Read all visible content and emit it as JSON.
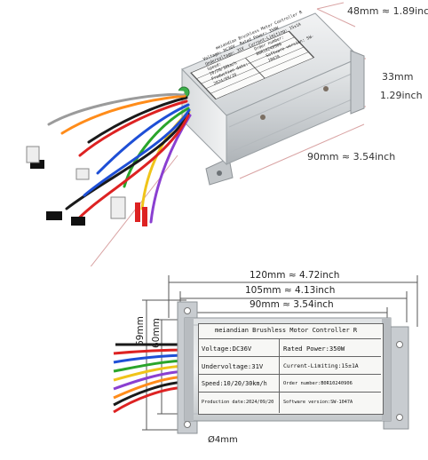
{
  "top_view": {
    "dim_width": "48mm ≈ 1.89inch",
    "dim_height_mm": "33mm",
    "dim_height_in": "1.29inch",
    "dim_length": "90mm ≈ 3.54inch",
    "label_title": "meiandian Brushless Motor Controller R",
    "label_voltage": "Voltage: DC36V",
    "label_rated_power": "Rated Power: 350W",
    "label_undervoltage": "Undervoltage: 31V",
    "label_current": "Current-Limiting: 15±1A",
    "label_speed": "Speed: 10/20/30km/h",
    "label_order": "Order number: B0R10240906",
    "label_date": "Production date: 2024/09/20",
    "label_software": "Software version: SW-1047A"
  },
  "bottom_view": {
    "dim_120": "120mm ≈ 4.72inch",
    "dim_105": "105mm ≈ 4.13inch",
    "dim_90": "90mm ≈ 3.54inch",
    "dim_69": "69mm",
    "dim_60": "60mm",
    "dim_hole": "Ø4mm",
    "label_title": "meiandian  Brushless  Motor  Controller  R",
    "label_voltage": "Voltage:DC36V",
    "label_rated_power": "Rated Power:350W",
    "label_undervoltage": "Undervoltage:31V",
    "label_current": "Current-Limiting:15±1A",
    "label_speed": "Speed:10/20/30km/h",
    "label_order": "Order number:B0R10240906",
    "label_date": "Production date:2024/09/20",
    "label_software": "Software version:SW-1047A"
  },
  "colors": {
    "aluminum_light": "#e4e6e8",
    "aluminum_mid": "#c5c9cd",
    "aluminum_dark": "#9ea3a8",
    "dimension_line": "#d9a3a3",
    "dimension_line_dark": "#555555",
    "wire_colors": [
      "#1a1a1a",
      "#d22",
      "#1e4fd6",
      "#2aa52a",
      "#f0c419",
      "#8a3fd1",
      "#ff8c1a",
      "#ffffff",
      "#9b9b9b"
    ]
  }
}
